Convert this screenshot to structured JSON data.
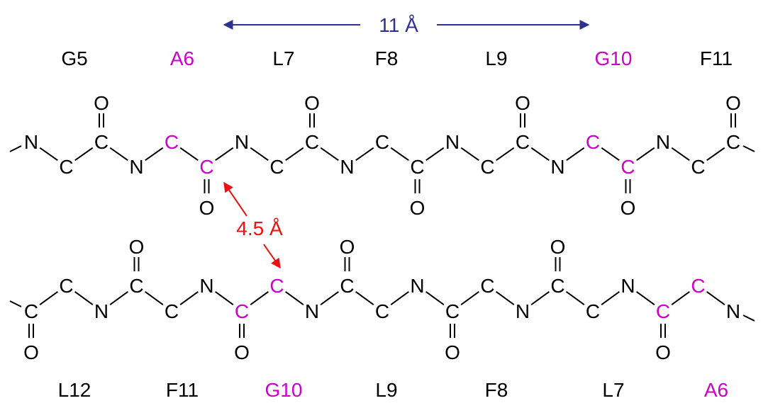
{
  "colors": {
    "text": "#000000",
    "highlight": "#cc00cc",
    "distance_arrow": "#2e3192",
    "contact_arrow": "#ee1111",
    "bond": "#000000"
  },
  "top_residues": [
    "G5",
    "A6",
    "L7",
    "F8",
    "L9",
    "G10",
    "F11"
  ],
  "top_residue_highlight": [
    false,
    true,
    false,
    false,
    false,
    true,
    false
  ],
  "bottom_residues": [
    "L12",
    "F11",
    "G10",
    "L9",
    "F8",
    "L7",
    "A6"
  ],
  "bottom_residue_highlight": [
    false,
    false,
    true,
    false,
    false,
    false,
    true
  ],
  "top_distance_label": "11 Å",
  "contact_distance_label": "4.5 Å",
  "top_strand": {
    "backbone": [
      "N",
      "C",
      "C",
      "N",
      "C",
      "C",
      "N",
      "C",
      "C",
      "N",
      "C",
      "C",
      "N",
      "C",
      "C",
      "N",
      "C",
      "C",
      "N",
      "C",
      "C"
    ],
    "highlight": [
      false,
      false,
      false,
      false,
      true,
      true,
      false,
      false,
      false,
      false,
      false,
      false,
      false,
      false,
      false,
      false,
      true,
      true,
      false,
      false,
      false
    ],
    "oxygen": "O"
  },
  "bottom_strand": {
    "backbone": [
      "C",
      "C",
      "N",
      "C",
      "C",
      "N",
      "C",
      "C",
      "N",
      "C",
      "C",
      "N",
      "C",
      "C",
      "N",
      "C",
      "C",
      "N",
      "C",
      "C",
      "N"
    ],
    "highlight": [
      false,
      false,
      false,
      false,
      false,
      false,
      true,
      true,
      false,
      false,
      false,
      false,
      false,
      false,
      false,
      false,
      false,
      false,
      true,
      true,
      false
    ],
    "oxygen": "O"
  }
}
